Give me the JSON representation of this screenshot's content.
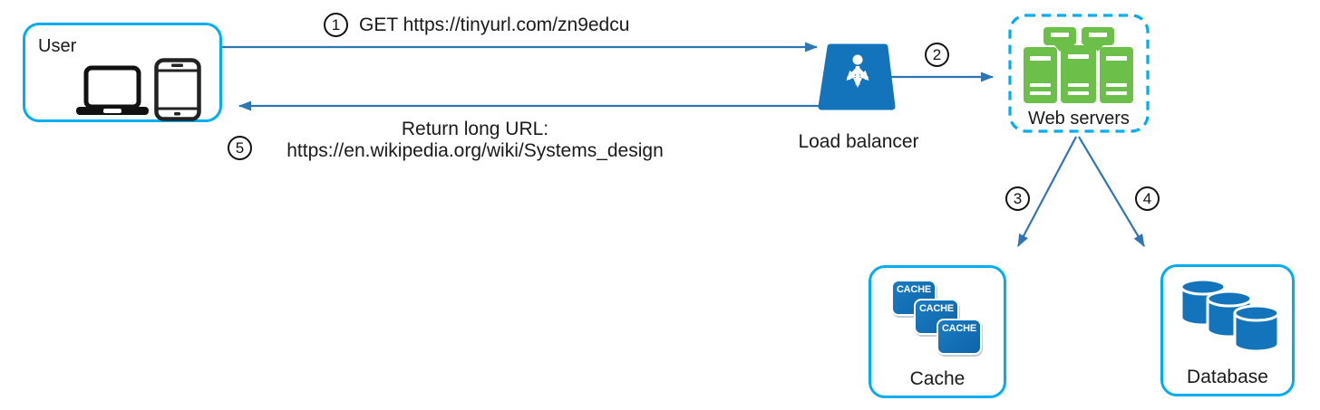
{
  "diagram": {
    "description": "URL shortener read flow diagram",
    "nodes": {
      "user": {
        "label": "User",
        "icons": [
          "laptop-icon",
          "smartphone-icon"
        ]
      },
      "load_balancer": {
        "label": "Load balancer",
        "icon": "load-balancer-icon"
      },
      "web_servers": {
        "label": "Web servers",
        "icon": "server-cluster-icon"
      },
      "cache": {
        "label": "Cache",
        "icon": "cache-stack-icon",
        "badges": [
          "CACHE",
          "CACHE",
          "CACHE"
        ]
      },
      "database": {
        "label": "Database",
        "icon": "database-cylinders-icon"
      }
    },
    "steps": [
      {
        "number": "1",
        "from": "user",
        "to": "load_balancer",
        "label": "GET https://tinyurl.com/zn9edcu"
      },
      {
        "number": "2",
        "from": "load_balancer",
        "to": "web_servers"
      },
      {
        "number": "3",
        "from": "web_servers",
        "to": "cache"
      },
      {
        "number": "4",
        "from": "web_servers",
        "to": "database"
      },
      {
        "number": "5",
        "from": "load_balancer",
        "to": "user",
        "label_line1": "Return long URL:",
        "label_line2": "https://en.wikipedia.org/wiki/Systems_design"
      }
    ],
    "colors": {
      "accent_cyan": "#00aeef",
      "arrow_blue": "#2e75b6",
      "icon_blue": "#1474bb",
      "server_green": "#6cc04a",
      "text": "#1a1a1a"
    }
  }
}
